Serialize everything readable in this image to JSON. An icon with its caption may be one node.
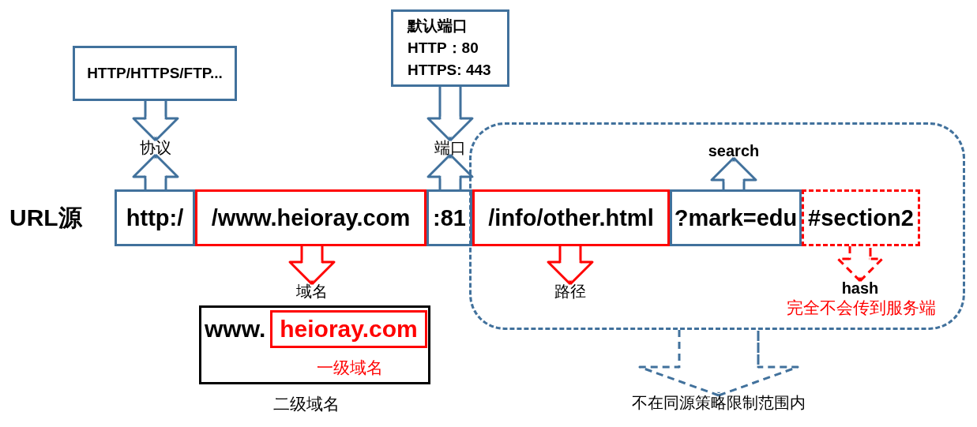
{
  "diagram": {
    "nodes": [
      {
        "text": [
          "HTTP/HTTPS/FTP..."
        ]
      },
      {
        "text": [
          "默认端口",
          "HTTP：80",
          "HTTPS: 443"
        ]
      },
      {
        "text": [
          "协议"
        ]
      },
      {
        "text": [
          "端口"
        ]
      },
      {
        "text": [],
        "shape": "box"
      },
      {
        "text": [
          "search"
        ],
        "in": 4
      },
      {
        "text": [
          "http:/"
        ]
      },
      {
        "text": [
          "/www.heioray.com"
        ]
      },
      {
        "text": [
          ":81"
        ]
      },
      {
        "text": [
          "/info/other.html"
        ],
        "in": 4
      },
      {
        "text": [
          "?mark=edu"
        ],
        "in": 4
      },
      {
        "text": [
          "#section2"
        ],
        "in": 4
      },
      {
        "text": [
          "域名"
        ]
      },
      {
        "text": [
          "路径"
        ],
        "in": 4
      },
      {
        "text": [
          "hash"
        ],
        "in": 4,
        "beside": [
          "完全不会传到服务端"
        ]
      },
      {
        "text": [
          "www."
        ],
        "beside": [
          "二级域名"
        ]
      },
      {
        "text": [
          "heioray.com"
        ],
        "in": 15,
        "beside": [
          "一级域名"
        ]
      },
      {
        "text": [
          "不在同源策略限制范围内"
        ]
      }
    ],
    "edges": [
      {
        "from": 0,
        "to": 2,
        "arrow": "to"
      },
      {
        "from": 6,
        "to": 2,
        "arrow": "to"
      },
      {
        "from": 1,
        "to": 3,
        "arrow": "to"
      },
      {
        "from": 8,
        "to": 3,
        "arrow": "to"
      },
      {
        "from": 10,
        "to": 5,
        "arrow": "to"
      },
      {
        "from": 7,
        "to": 12,
        "arrow": "to",
        "color": "#ff0000"
      },
      {
        "from": 9,
        "to": 13,
        "arrow": "to",
        "color": "#ff0000"
      },
      {
        "from": 11,
        "to": 14,
        "arrow": "to",
        "style": "dashed",
        "color": "#ff0000"
      },
      {
        "from": 4,
        "to": 17,
        "arrow": "to",
        "style": "dashed"
      }
    ],
    "labels": [
      "URL源"
    ]
  }
}
